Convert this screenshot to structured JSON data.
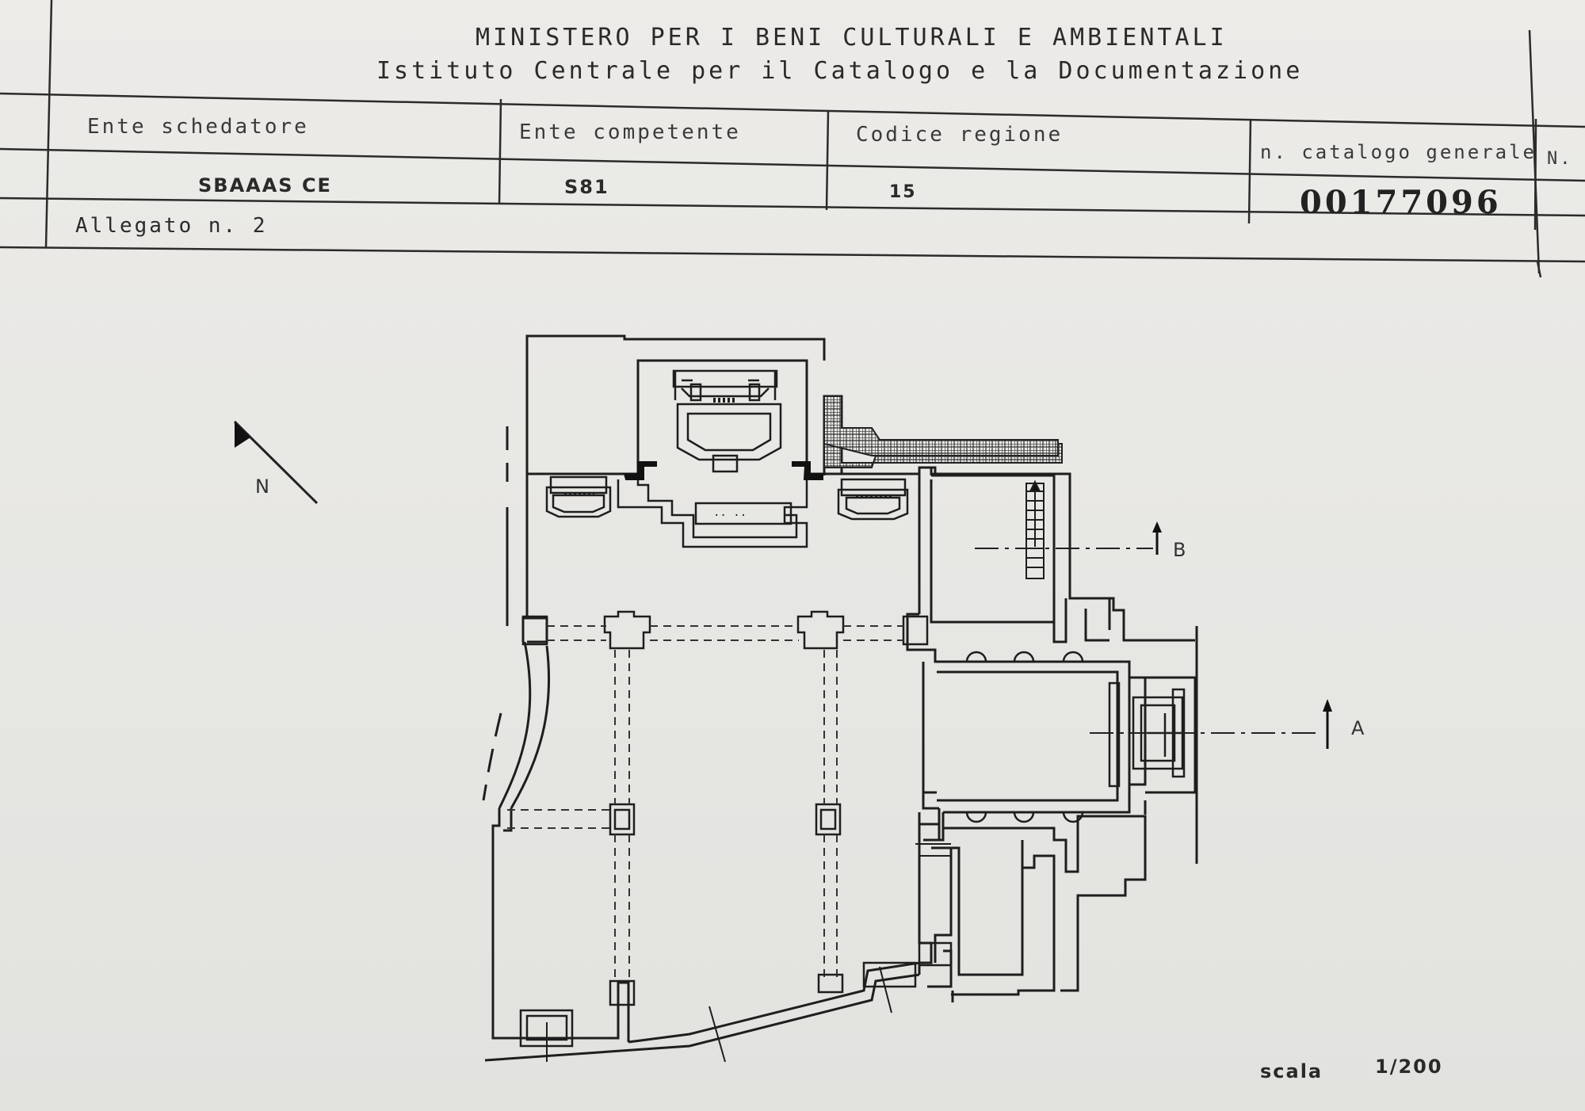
{
  "header": {
    "ministry": "MINISTERO PER I BENI CULTURALI E AMBIENTALI",
    "institute": "Istituto Centrale per il Catalogo e la Documentazione"
  },
  "fields": {
    "ente_schedatore_label": "Ente schedatore",
    "ente_schedatore_value": "SBAAAS CE",
    "ente_competente_label": "Ente competente",
    "ente_competente_value": "S81",
    "codice_regione_label": "Codice regione",
    "codice_regione_value": "15",
    "catalogo_label": "n. catalogo generale",
    "catalogo_value": "00177096",
    "n_label": "N."
  },
  "attachment": "Allegato n. 2",
  "plan": {
    "north_label": "N",
    "section_a": "A",
    "section_b": "B",
    "scale_label": "scala",
    "scale_value": "1/200"
  }
}
